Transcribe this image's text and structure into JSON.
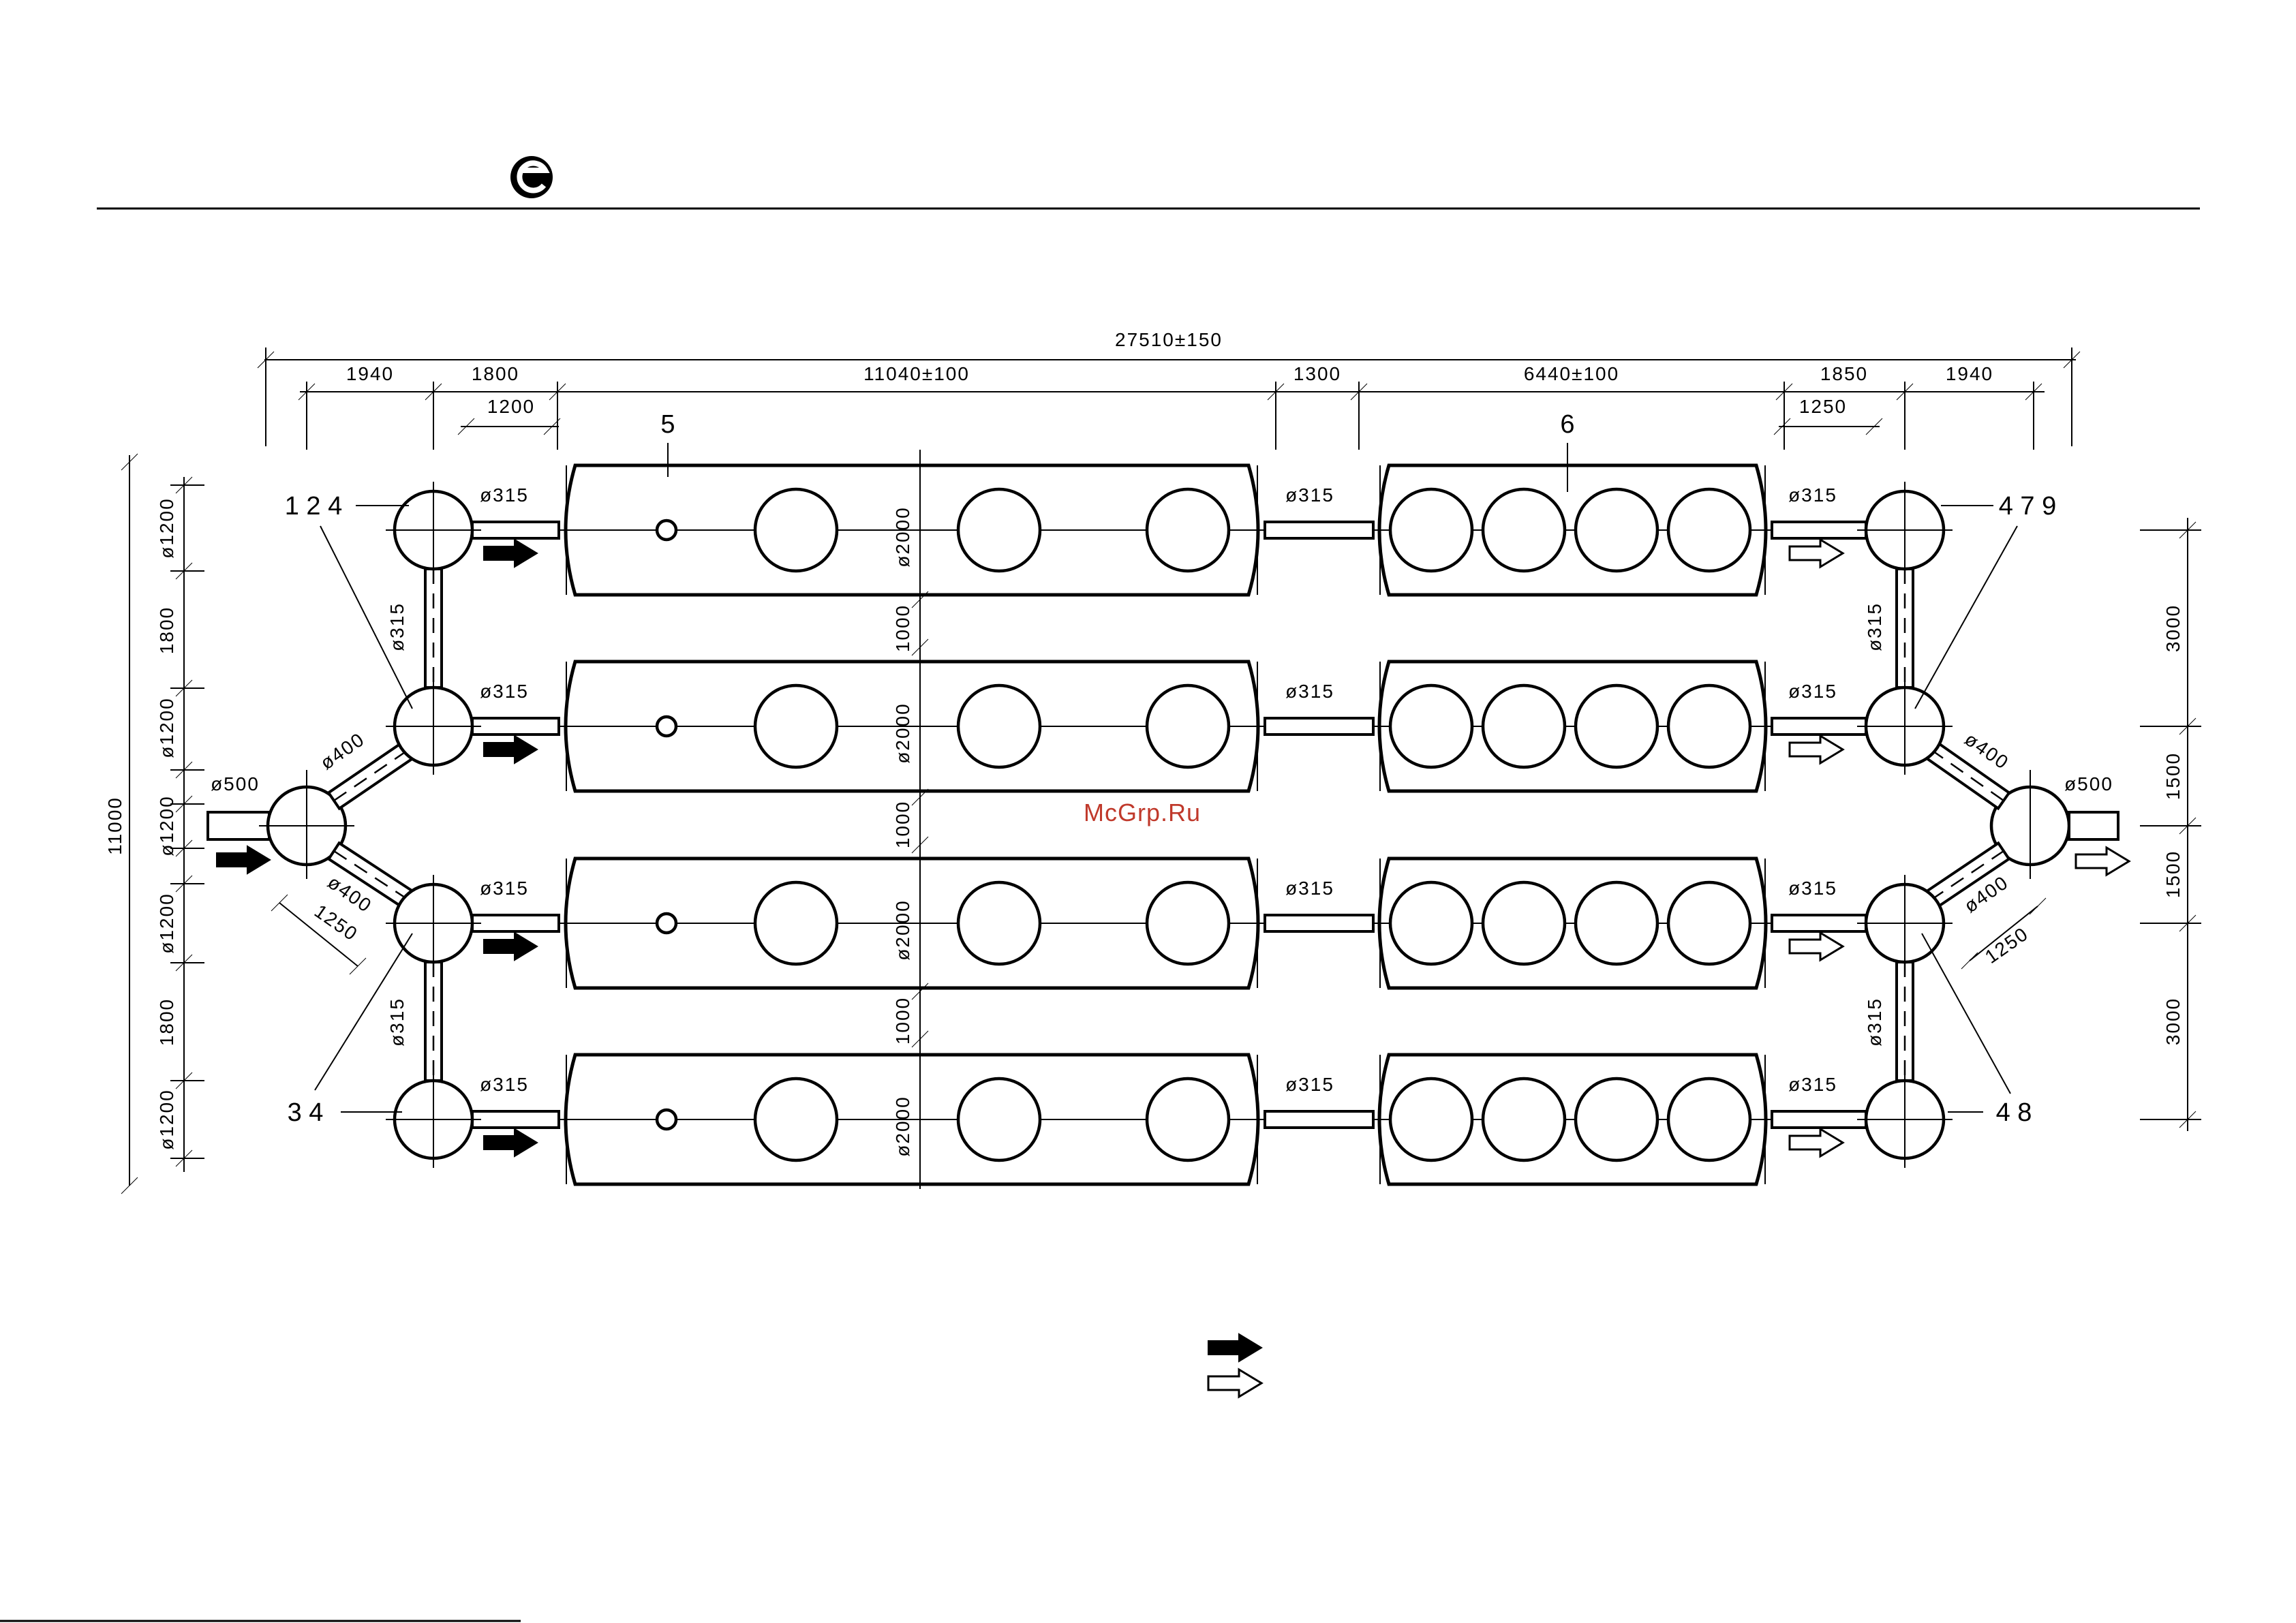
{
  "header": {
    "logo": "e-logo"
  },
  "watermark": "McGrp.Ru",
  "dimensions": {
    "overall_length": "27510±150",
    "segment_1940_left": "1940",
    "segment_1800": "1800",
    "segment_1200": "1200",
    "segment_11040": "11040±100",
    "segment_1300": "1300",
    "segment_6440": "6440±100",
    "segment_1850": "1850",
    "segment_1250_top": "1250",
    "segment_1940_right": "1940",
    "overall_height": "11000",
    "left_well_dia": "ø1200",
    "left_gap_1800": "1800",
    "right_3000": "3000",
    "right_1500": "1500",
    "tank_dia": "ø2000",
    "tank_gap": "1000",
    "pipe_315": "ø315",
    "pipe_400": "ø400",
    "pipe_500": "ø500",
    "diag_1250": "1250"
  },
  "labels": {
    "l124": "1 2 4",
    "l34": "3  4",
    "l5": "5",
    "l6": "6",
    "l479": "4 7 9",
    "l48": "4  8"
  },
  "legend": [
    {
      "icon": "filled-arrow-icon"
    },
    {
      "icon": "hollow-arrow-icon"
    }
  ]
}
